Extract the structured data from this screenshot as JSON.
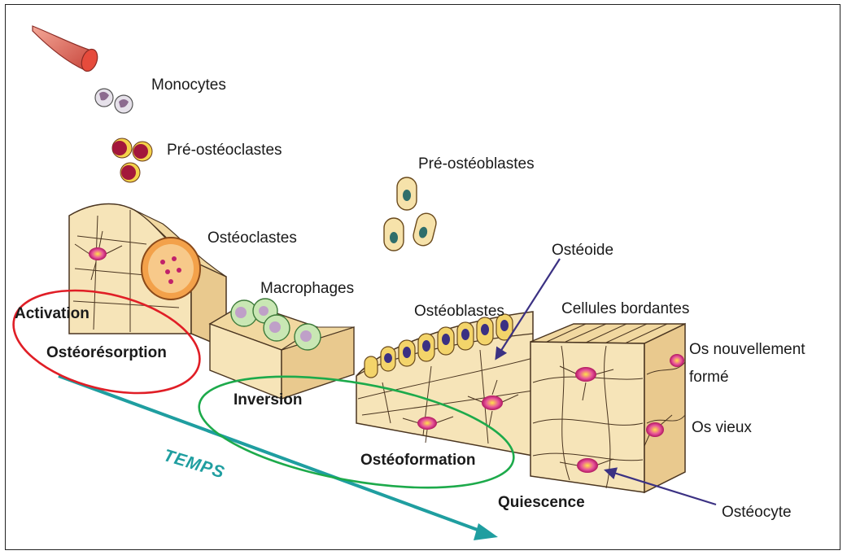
{
  "labels": {
    "monocytes": "Monocytes",
    "pre_osteoclastes": "Pré-ostéoclastes",
    "pre_osteoblastes": "Pré-ostéoblastes",
    "osteoclastes": "Ostéoclastes",
    "osteoide": "Ostéoide",
    "macrophages": "Macrophages",
    "osteoblastes": "Ostéoblastes",
    "cellules_bordantes": "Cellules bordantes",
    "os_nouvellement": "Os nouvellement",
    "forme": "formé",
    "os_vieux": "Os vieux",
    "osteocyte": "Ostéocyte"
  },
  "phases": {
    "activation": "Activation",
    "osteoresorption": "Ostéorésorption",
    "inversion": "Inversion",
    "osteoformation": "Ostéoformation",
    "quiescence": "Quiescence"
  },
  "time_axis": {
    "label": "TEMPS"
  },
  "colors": {
    "bone": "#f6e4b8",
    "bone_side": "#e9c98e",
    "bone_line": "#4a3520",
    "cell_magenta": "#c0206a",
    "cell_pink": "#e8539a",
    "vessel": "#e07a6a",
    "arrow_teal": "#1f9ea0",
    "pointer_navy": "#3b3183",
    "ellipse_red": "#e01e26",
    "ellipse_green": "#1daa4b",
    "pre_osteoblast_fill": "#f6e2aa",
    "pre_osteoblast_nucleus": "#2f6e6b"
  }
}
